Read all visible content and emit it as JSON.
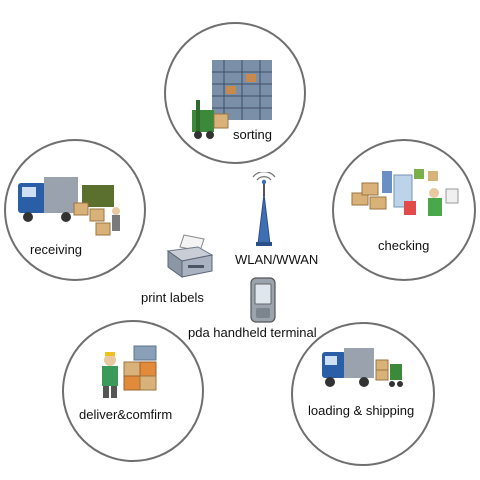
{
  "nodes": {
    "sorting": {
      "label": "sorting"
    },
    "receiving": {
      "label": "receiving"
    },
    "checking": {
      "label": "checking"
    },
    "deliver": {
      "label": "deliver&comfirm"
    },
    "loading": {
      "label": "loading & shipping"
    }
  },
  "center": {
    "wlan_label": "WLAN/WWAN",
    "print_label": "print labels",
    "pda_label": "pda handheld terminal"
  },
  "colors": {
    "circle_border": "#6f6f6f",
    "truck_blue": "#2a5fa8",
    "box_tan": "#d9b27a",
    "forklift_green": "#3a8a3a",
    "antenna_blue": "#3e6fb3"
  }
}
